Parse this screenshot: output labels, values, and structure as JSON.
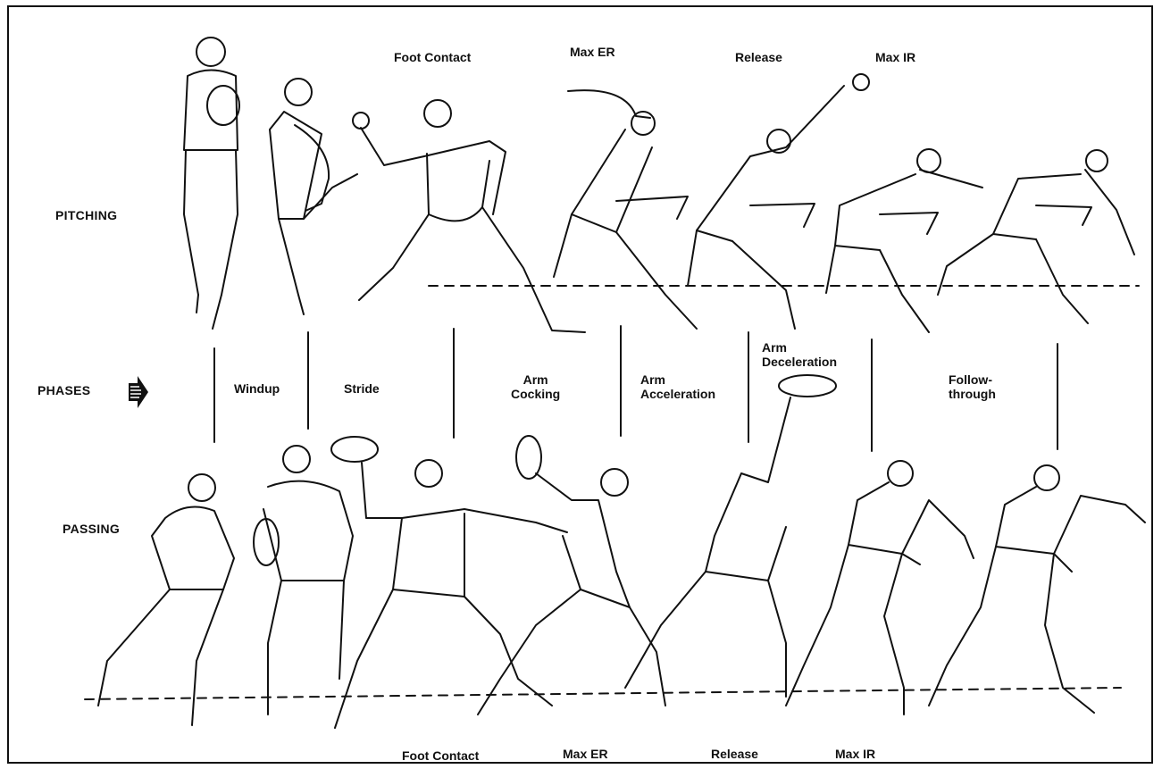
{
  "rows": {
    "pitching": "PITCHING",
    "phases": "PHASES",
    "passing": "PASSING"
  },
  "top_events": {
    "foot_contact": "Foot Contact",
    "max_er": "Max ER",
    "release": "Release",
    "max_ir": "Max IR"
  },
  "bottom_events": {
    "foot_contact": "Foot Contact",
    "max_er": "Max ER",
    "release": "Release",
    "max_ir": "Max IR"
  },
  "phases": [
    {
      "line1": "Windup",
      "line2": ""
    },
    {
      "line1": "Stride",
      "line2": ""
    },
    {
      "line1": "Arm",
      "line2": "Cocking"
    },
    {
      "line1": "Arm",
      "line2": "Acceleration"
    },
    {
      "line1": "Arm",
      "line2": "Deceleration"
    },
    {
      "line1": "Follow-",
      "line2": "through"
    }
  ],
  "icons": {
    "phases_arrow": "right-arrow-icon"
  },
  "colors": {
    "ink": "#111111",
    "background": "#ffffff"
  }
}
